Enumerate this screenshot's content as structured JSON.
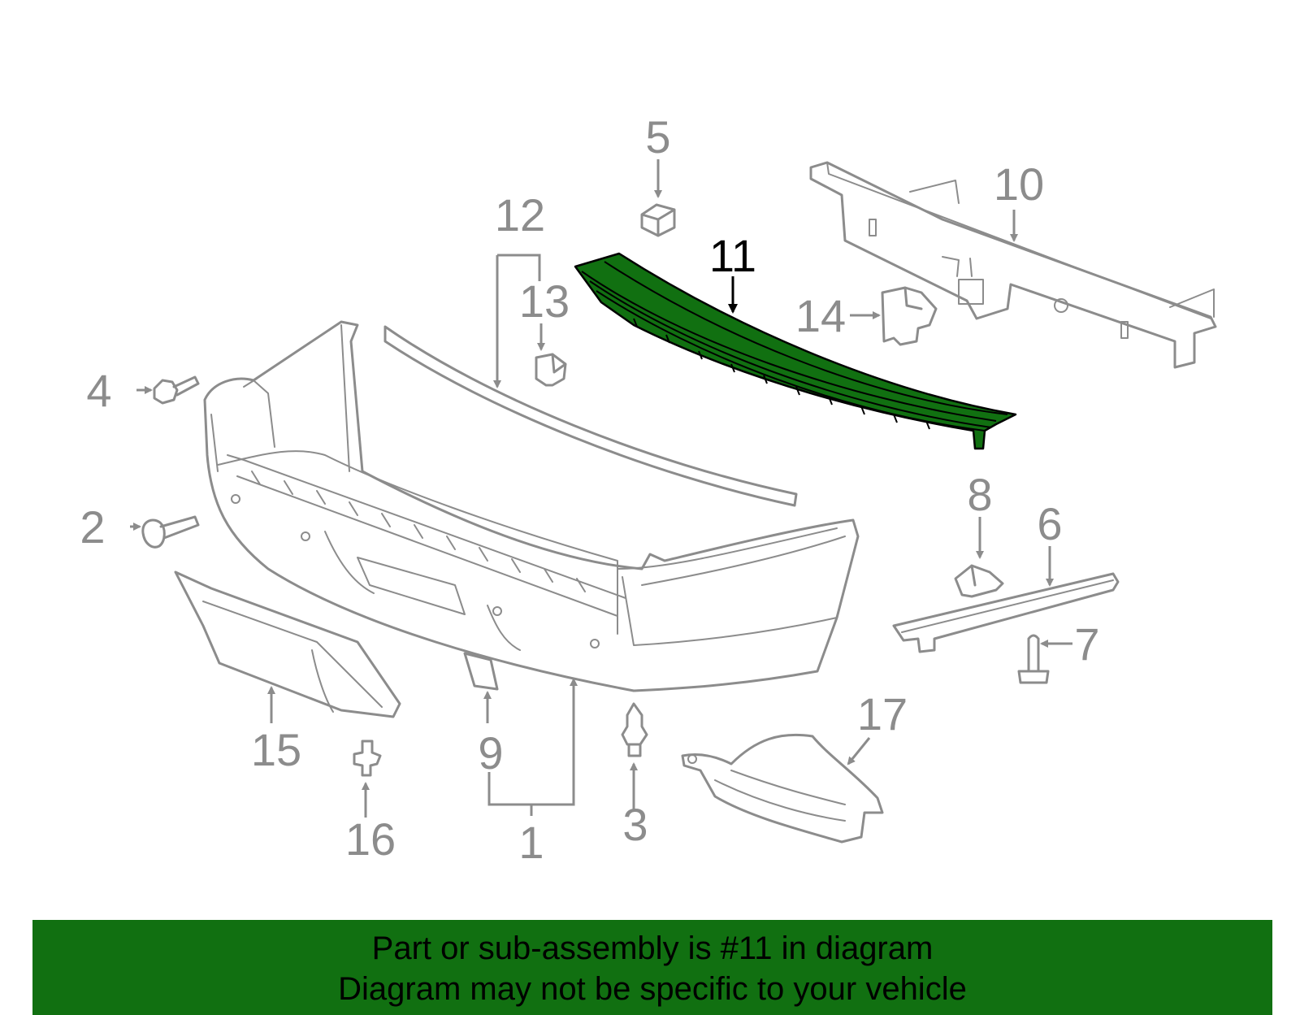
{
  "diagram": {
    "highlight_color": "#117011",
    "line_color": "#8c8c8c",
    "highlighted_part": "11",
    "callouts": [
      "1",
      "2",
      "3",
      "4",
      "5",
      "6",
      "7",
      "8",
      "9",
      "10",
      "11",
      "12",
      "13",
      "14",
      "15",
      "16",
      "17"
    ]
  },
  "banner": {
    "line1": "Part or sub-assembly is #11 in diagram",
    "line2": "Diagram may not be specific to your vehicle"
  }
}
